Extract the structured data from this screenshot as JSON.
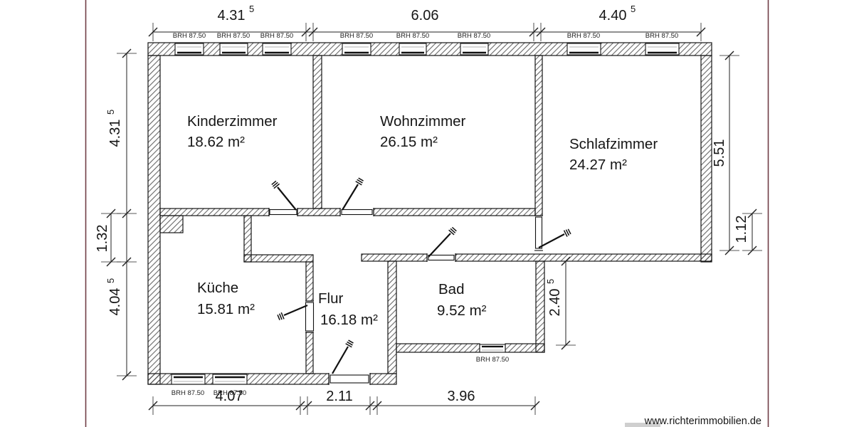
{
  "watermark": "www.richterimmobilien.de",
  "brh": "BRH 87.50",
  "rooms": {
    "kinderzimmer": {
      "name": "Kinderzimmer",
      "area": "18.62 m²"
    },
    "wohnzimmer": {
      "name": "Wohnzimmer",
      "area": "26.15 m²"
    },
    "schlafzimmer": {
      "name": "Schlafzimmer",
      "area": "24.27 m²"
    },
    "kueche": {
      "name": "Küche",
      "area": "15.81 m²"
    },
    "flur": {
      "name": "Flur",
      "area": "16.18 m²"
    },
    "bad": {
      "name": "Bad",
      "area": "9.52 m²"
    }
  },
  "dims": {
    "top": [
      {
        "v": "4.31",
        "sup": "5"
      },
      {
        "v": "6.06",
        "sup": ""
      },
      {
        "v": "4.40",
        "sup": "5"
      }
    ],
    "left": [
      {
        "v": "4.31",
        "sup": "5"
      },
      {
        "v": "1.32",
        "sup": ""
      },
      {
        "v": "4.04",
        "sup": "5"
      }
    ],
    "right": [
      {
        "v": "5.51",
        "sup": ""
      },
      {
        "v": "1.12",
        "sup": ""
      }
    ],
    "bad_right": {
      "v": "2.40",
      "sup": "5"
    },
    "bottom": [
      {
        "v": "4.07",
        "sup": ""
      },
      {
        "v": "2.11",
        "sup": ""
      },
      {
        "v": "3.96",
        "sup": ""
      }
    ]
  },
  "colors": {
    "frame": "#6f3d45",
    "line": "#161616",
    "watermark": "#8f8f8f"
  }
}
